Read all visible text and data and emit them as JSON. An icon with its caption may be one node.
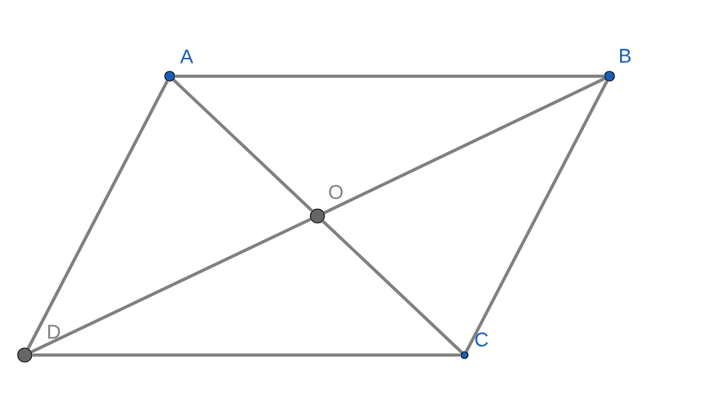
{
  "diagram": {
    "nodes": [
      {
        "text": [
          "A"
        ]
      },
      {
        "text": [
          "B"
        ]
      },
      {
        "text": [
          "C"
        ]
      },
      {
        "text": [
          "D"
        ]
      },
      {
        "text": [
          "O"
        ]
      }
    ],
    "edges": [
      {
        "from": 0,
        "to": 1,
        "arrow": "none"
      },
      {
        "from": 1,
        "to": 2,
        "arrow": "none"
      },
      {
        "from": 2,
        "to": 3,
        "arrow": "none"
      },
      {
        "from": 3,
        "to": 0,
        "arrow": "none"
      },
      {
        "from": 0,
        "to": 4,
        "arrow": "none"
      },
      {
        "from": 4,
        "to": 2,
        "arrow": "none"
      },
      {
        "from": 1,
        "to": 4,
        "arrow": "none"
      },
      {
        "from": 4,
        "to": 3,
        "arrow": "none"
      }
    ]
  }
}
